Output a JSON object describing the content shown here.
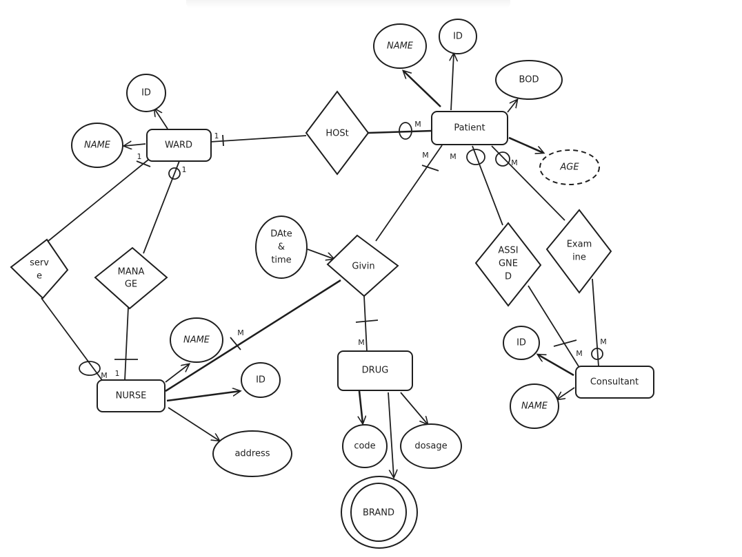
{
  "entities": {
    "ward": "WARD",
    "patient": "Patient",
    "nurse": "NURSE",
    "drug": "DRUG",
    "consultant": "Consultant"
  },
  "relationships": {
    "host": "HOSt",
    "serve": [
      "serv",
      "e"
    ],
    "manage": [
      "MANA",
      "GE"
    ],
    "givin": "Givin",
    "assigned": [
      "ASSI",
      "GNE",
      "D"
    ],
    "examine": [
      "Exam",
      "ine"
    ]
  },
  "attributes": {
    "ward_id": "ID",
    "ward_name": "NAME",
    "patient_name": "NAME",
    "patient_id": "ID",
    "patient_bod": "BOD",
    "patient_age": "AGE",
    "nurse_name": "NAME",
    "nurse_id": "ID",
    "nurse_address": "address",
    "givin_datetime": [
      "DAte",
      "&",
      "time"
    ],
    "drug_code": "code",
    "drug_dosage": "dosage",
    "drug_brand": "BRAND",
    "consultant_id": "ID",
    "consultant_name": "NAME"
  },
  "cardinalities": {
    "ward_host": "1",
    "host_patient": "M",
    "ward_serve": "1",
    "ward_manage": "1",
    "serve_nurse": "M",
    "manage_nurse": "1",
    "givin_nurse": "M",
    "givin_patient": "M",
    "givin_drug": "M",
    "assigned_patient": "M",
    "examine_patient": "M",
    "assigned_consultant": "M",
    "examine_consultant": "M"
  },
  "colors": {
    "stroke": "#1e1e1e",
    "background": "#ffffff"
  }
}
